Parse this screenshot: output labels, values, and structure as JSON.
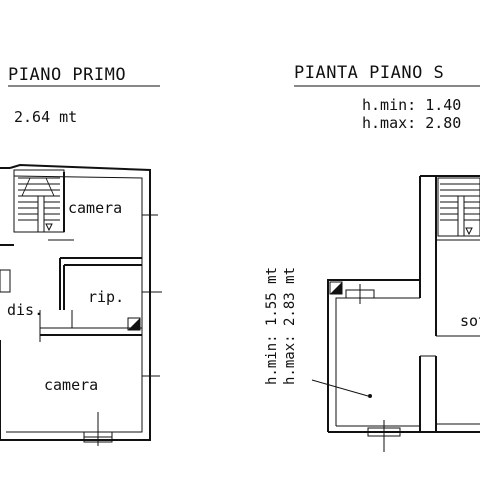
{
  "left_plan": {
    "title": "PIANO PRIMO",
    "height": "2.64 mt",
    "rooms": {
      "camera_top": "camera",
      "rip": "rip.",
      "dis": "dis.",
      "camera_bottom": "camera"
    }
  },
  "right_plan": {
    "title": "PIANTA PIANO S",
    "h_min": "h.min: 1.40",
    "h_max": "h.max: 2.80",
    "side_h_min": "h.min: 1.55 mt",
    "side_h_max": "h.max: 2.83 mt",
    "rooms": {
      "sot": "sot"
    }
  }
}
